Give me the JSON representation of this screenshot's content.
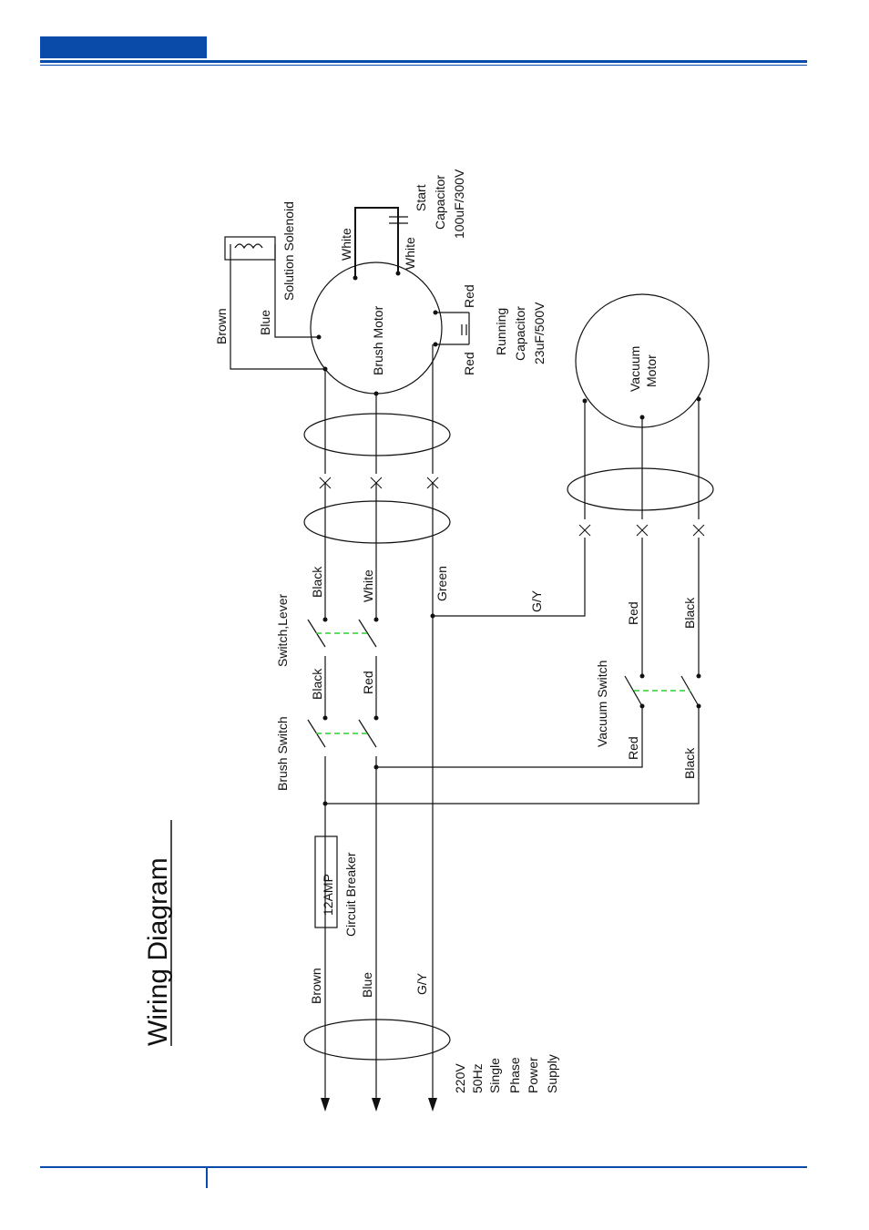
{
  "title": "Wiring Diagram",
  "supply": [
    "220V",
    "50Hz",
    "Single",
    "Phase",
    "Power",
    "Supply"
  ],
  "wires": {
    "brown": "Brown",
    "blue": "Blue",
    "gy": "G/Y",
    "black": "Black",
    "white": "White",
    "red": "Red",
    "green": "Green"
  },
  "components": {
    "breaker_rating": "12AMP",
    "breaker": "Circuit Breaker",
    "brush_switch": "Brush Switch",
    "switch_lever": "Switch,Lever",
    "vacuum_switch": "Vacuum Switch",
    "brush_motor": "Brush Motor",
    "vacuum_motor": [
      "Vacuum",
      "Motor"
    ],
    "solenoid": "Solution Solenoid",
    "start_cap": [
      "Start",
      "Capacitor",
      "100uF/300V"
    ],
    "run_cap": [
      "Running",
      "Capacitor",
      "23uF/500V"
    ]
  }
}
